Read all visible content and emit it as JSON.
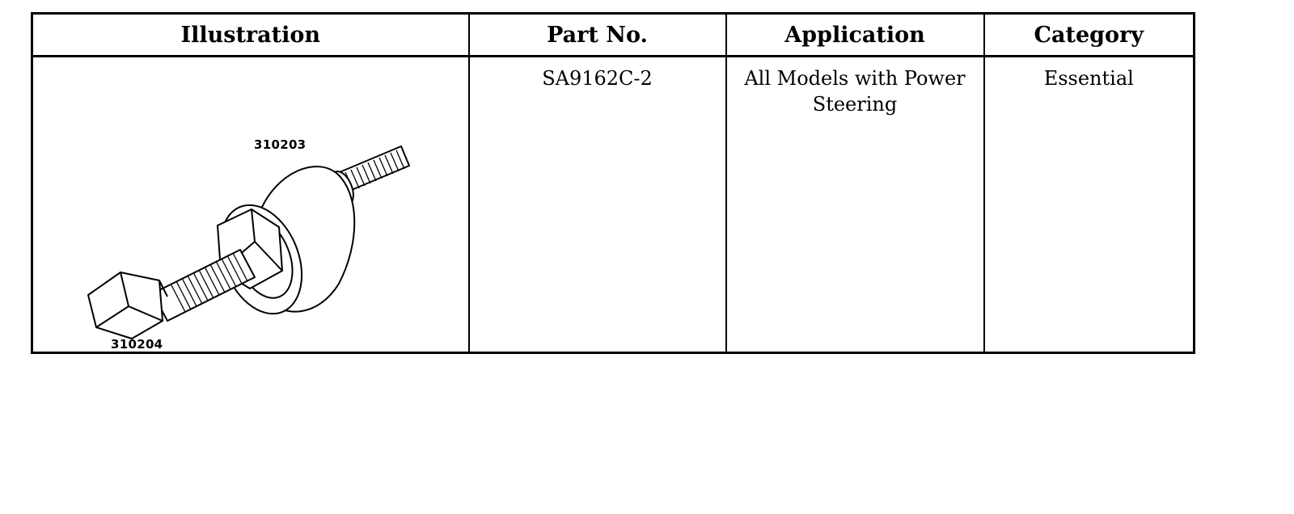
{
  "table": {
    "headers": {
      "illustration": "Illustration",
      "part_no": "Part No.",
      "application": "Application",
      "category": "Category"
    },
    "row": {
      "callout_top": "310203",
      "callout_bottom": "310204",
      "part_no": "SA9162C-2",
      "application": "All Models with Power Steering",
      "category": "Essential"
    }
  },
  "illustration": {
    "icon": "puller-tool-drawing-icon"
  }
}
